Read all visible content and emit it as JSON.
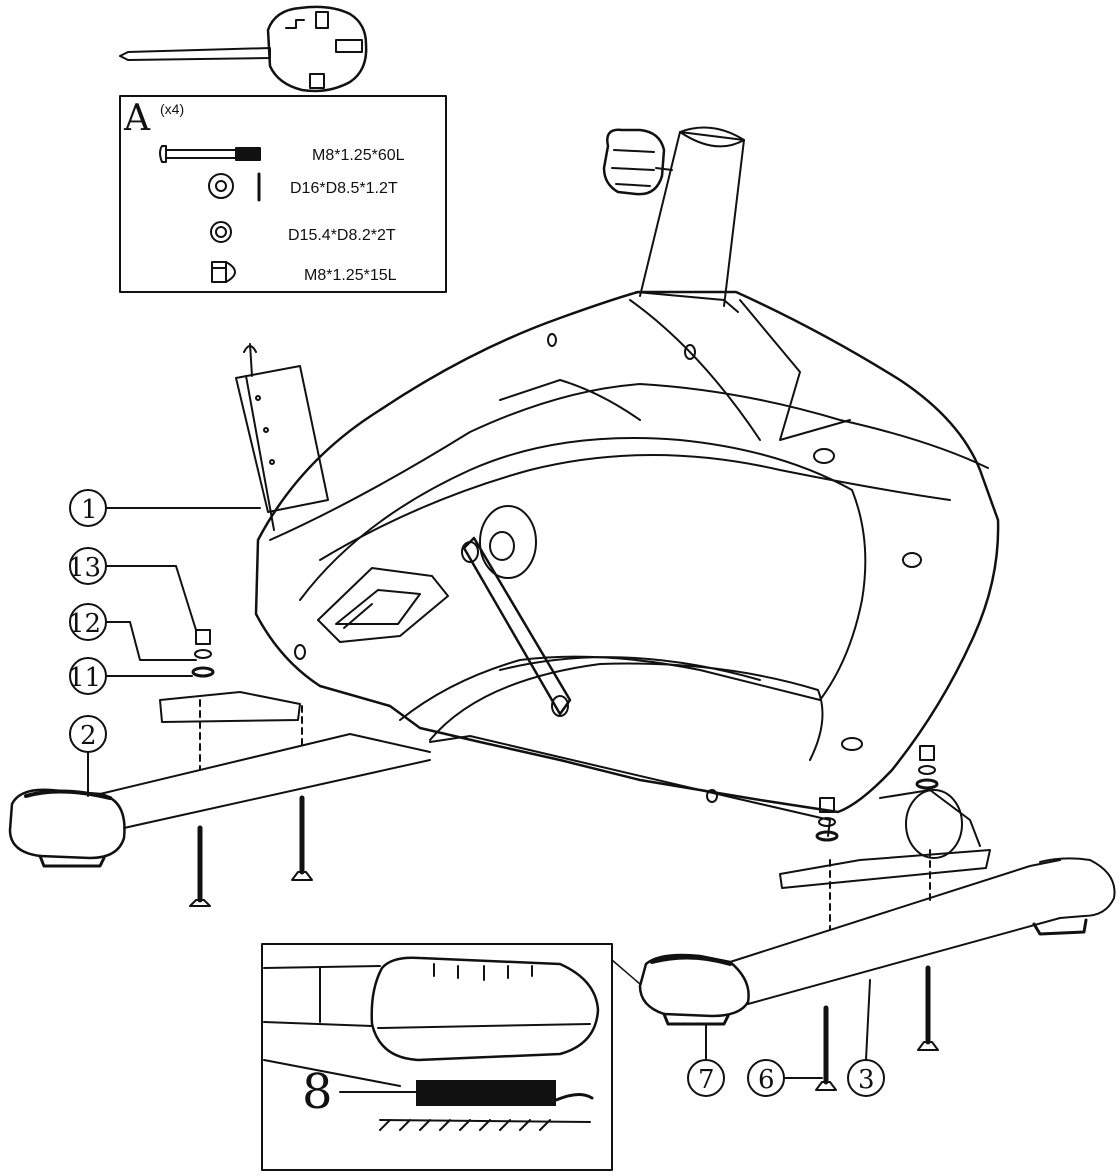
{
  "hardware_box": {
    "letter": "A",
    "quantity": "(x4)",
    "items": [
      {
        "icon": "carriage-bolt-icon",
        "spec": "M8*1.25*60L"
      },
      {
        "icon": "flat-washer-icon",
        "spec": "D16*D8.5*1.2T"
      },
      {
        "icon": "spring-washer-icon",
        "spec": "D15.4*D8.2*2T"
      },
      {
        "icon": "cap-nut-icon",
        "spec": "M8*1.25*15L"
      }
    ]
  },
  "tools": [
    {
      "icon": "multi-wrench-screwdriver-icon"
    }
  ],
  "callouts": [
    "1",
    "13",
    "12",
    "11",
    "2",
    "7",
    "6",
    "3",
    "8"
  ],
  "colors": {
    "line": "#111111",
    "background": "#ffffff"
  }
}
